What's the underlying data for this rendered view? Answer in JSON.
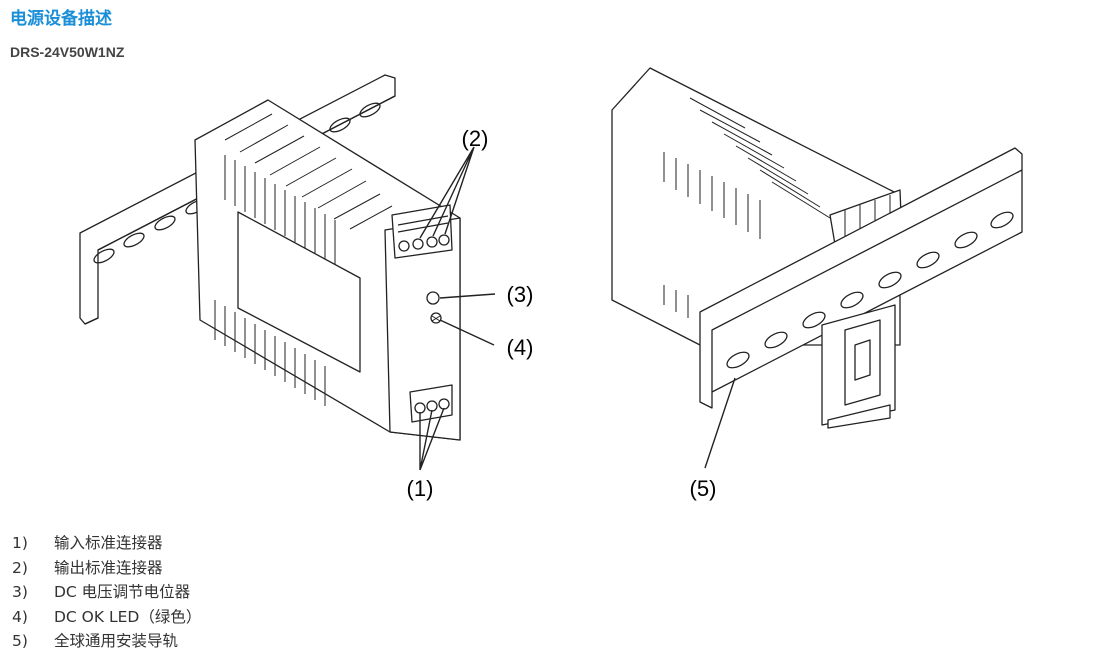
{
  "title": "电源设备描述",
  "model": "DRS-24V50W1NZ",
  "callouts": {
    "c1": "(1)",
    "c2": "(2)",
    "c3": "(3)",
    "c4": "(4)",
    "c5": "(5)"
  },
  "legend": [
    {
      "num": "1)",
      "text": "输入标准连接器"
    },
    {
      "num": "2)",
      "text": "输出标准连接器"
    },
    {
      "num": "3)",
      "text": "DC 电压调节电位器"
    },
    {
      "num": "4)",
      "text": "DC OK LED（绿色）"
    },
    {
      "num": "5)",
      "text": "全球通用安装导轨"
    }
  ]
}
